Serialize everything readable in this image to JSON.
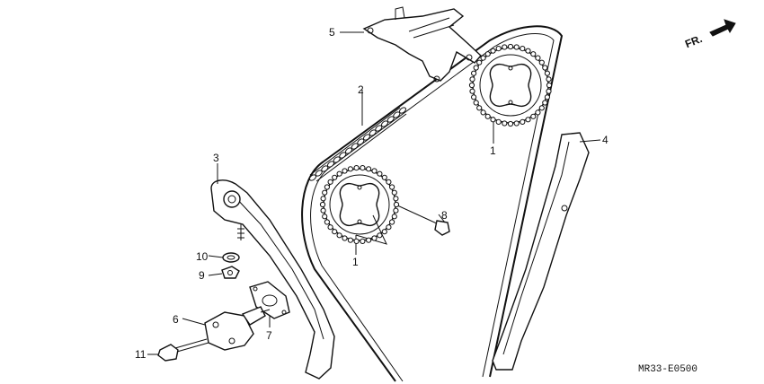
{
  "callouts": [
    {
      "id": "1a",
      "label": "1"
    },
    {
      "id": "1b",
      "label": "1"
    },
    {
      "id": "2",
      "label": "2"
    },
    {
      "id": "3",
      "label": "3"
    },
    {
      "id": "4",
      "label": "4"
    },
    {
      "id": "5",
      "label": "5"
    },
    {
      "id": "6",
      "label": "6"
    },
    {
      "id": "7",
      "label": "7"
    },
    {
      "id": "8",
      "label": "8"
    },
    {
      "id": "9",
      "label": "9"
    },
    {
      "id": "10",
      "label": "10"
    },
    {
      "id": "11",
      "label": "11"
    }
  ],
  "direction_label": "FR.",
  "diagram_code": "MR33-E0500",
  "icons": {
    "direction_arrow": "arrow-right-icon"
  }
}
